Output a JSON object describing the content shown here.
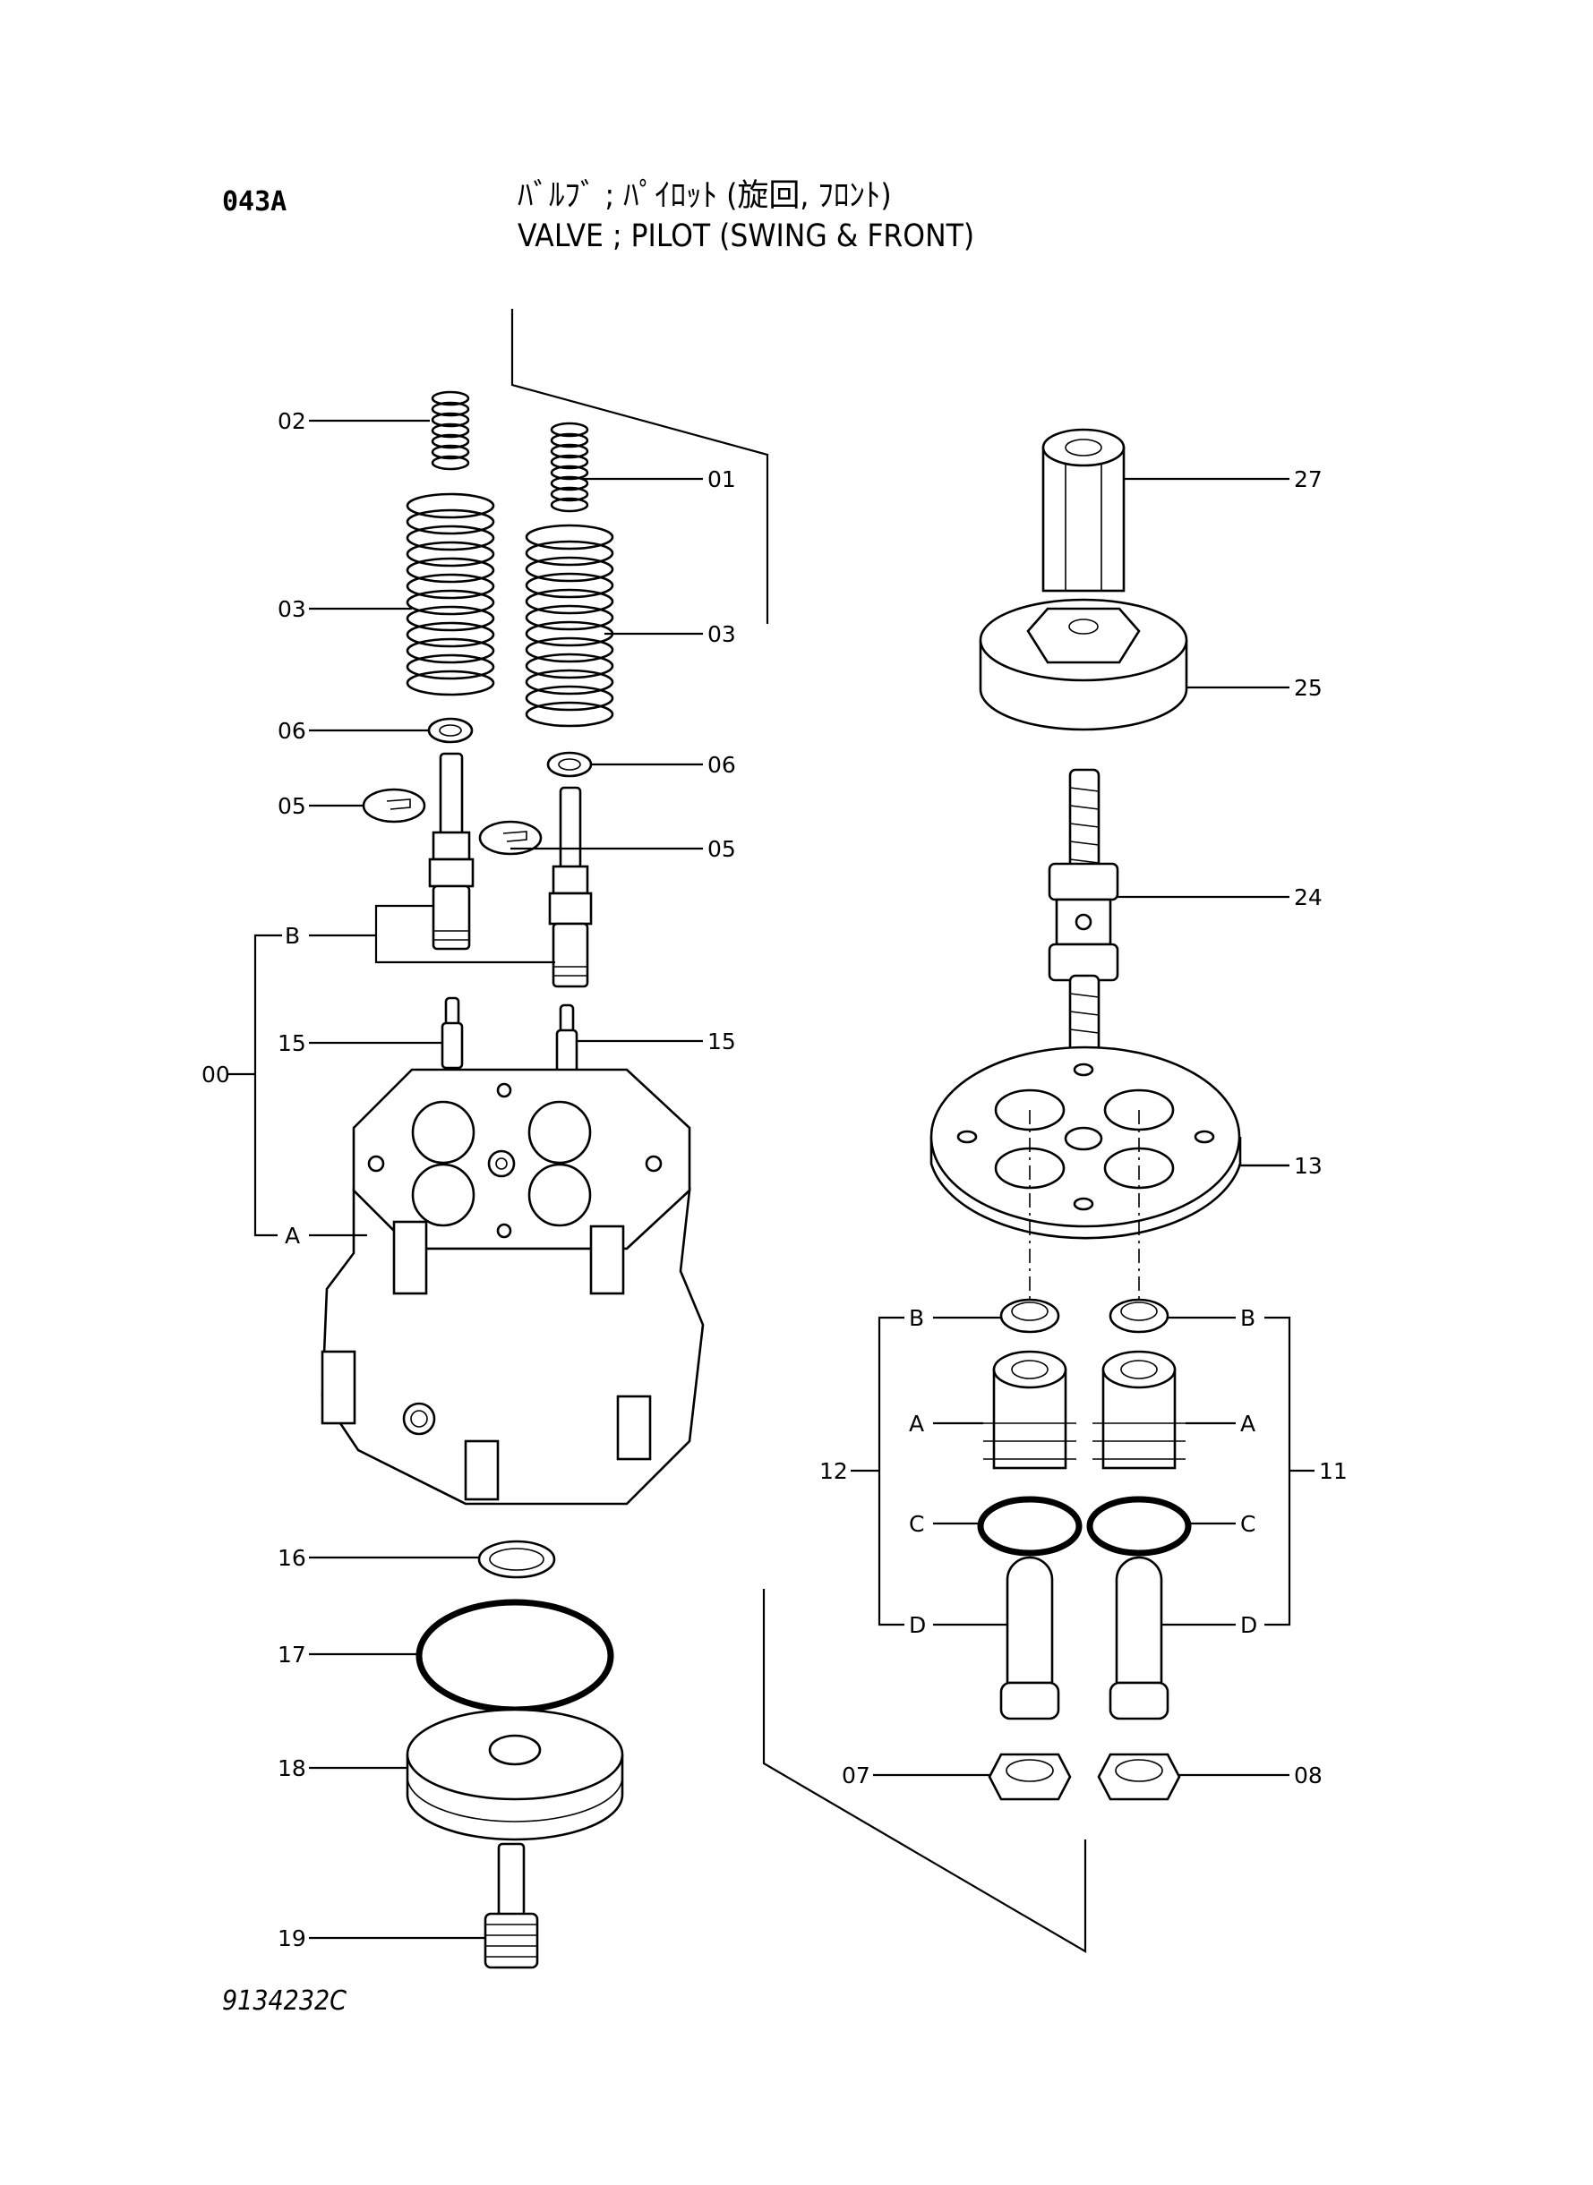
{
  "header": {
    "page_code": "043A",
    "title_jp": "ﾊﾞﾙﾌﾞ ; ﾊﾟｲﾛｯﾄ (旋回, ﾌﾛﾝﾄ)",
    "title_en": "VALVE ; PILOT (SWING & FRONT)"
  },
  "drawing_number": "9134232C",
  "callouts": {
    "c01": "01",
    "c02": "02",
    "c03a": "03",
    "c03b": "03",
    "c05a": "05",
    "c05b": "05",
    "c06a": "06",
    "c06b": "06",
    "c07": "07",
    "c08": "08",
    "c00": "00",
    "c11": "11",
    "c12": "12",
    "c13": "13",
    "c15a": "15",
    "c15b": "15",
    "c16": "16",
    "c17": "17",
    "c18": "18",
    "c19": "19",
    "c24": "24",
    "c25": "25",
    "c27": "27"
  },
  "sub_labels": {
    "left_A": "A",
    "left_B": "B",
    "l12_A": "A",
    "l12_B": "B",
    "l12_C": "C",
    "l12_D": "D",
    "r11_A": "A",
    "r11_B": "B",
    "r11_C": "C",
    "r11_D": "D"
  }
}
